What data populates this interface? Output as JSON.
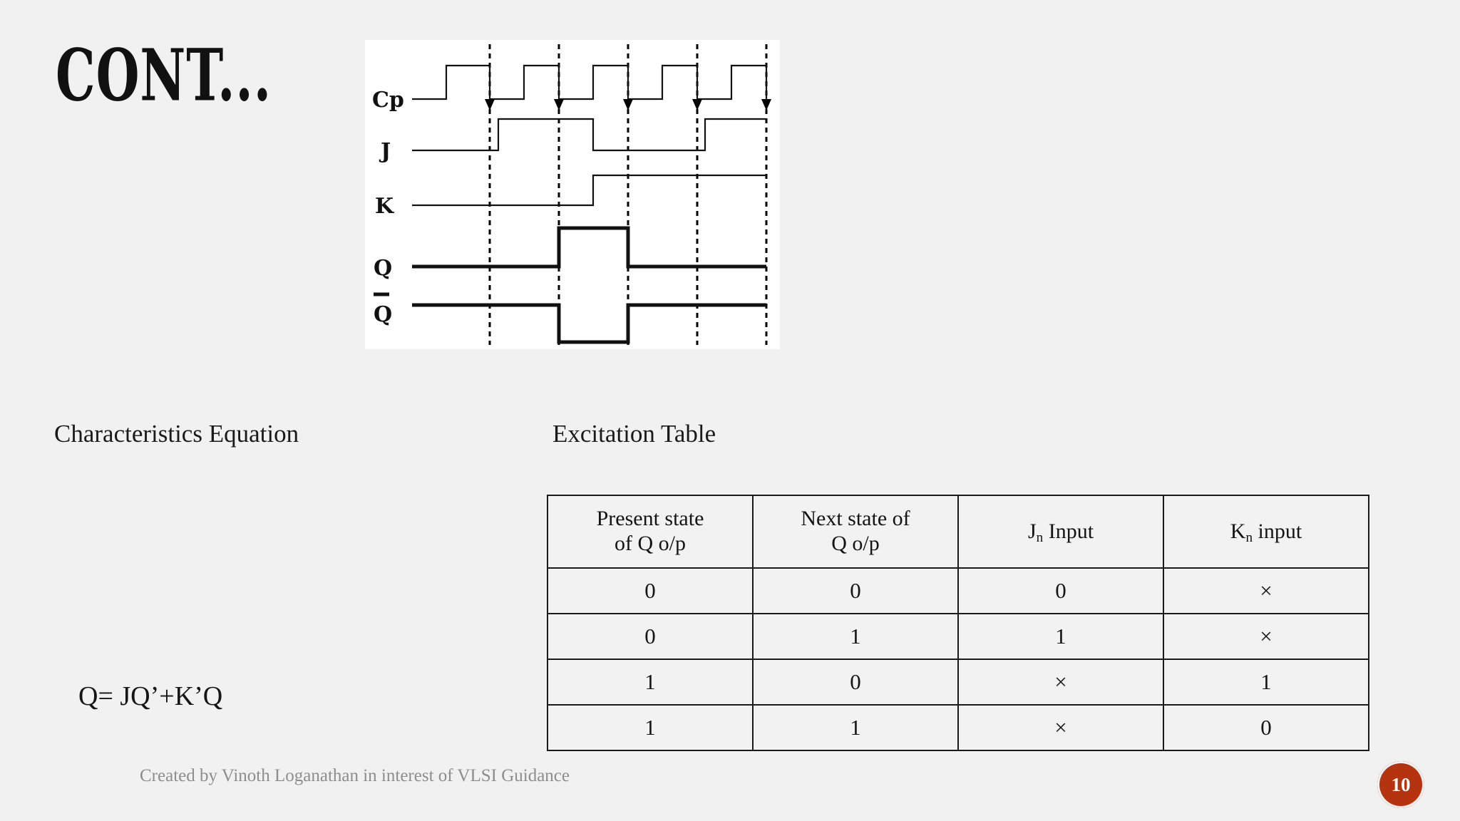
{
  "slide": {
    "title": "CONT...",
    "background_color": "#f1f1f1"
  },
  "waveform": {
    "panel_background": "#ffffff",
    "signal_labels": [
      "Cp",
      "J",
      "K",
      "Q",
      "Q"
    ],
    "qbar_has_overline": true,
    "clock_edge_markers": 5,
    "description": "JK flip-flop timing diagram with Cp clock, J and K inputs and Q / Q-bar outputs"
  },
  "sections": {
    "characteristics_heading": "Characteristics Equation",
    "excitation_heading": "Excitation Table",
    "characteristic_equation": "Q= JQ’+K’Q"
  },
  "excitation_table": {
    "headers": [
      {
        "line1": "Present state",
        "line2": "of Q o/p"
      },
      {
        "line1": "Next state of",
        "line2": "Q o/p"
      },
      {
        "line1": "J",
        "sub": "n",
        "line2": " Input"
      },
      {
        "line1": "K",
        "sub": "n",
        "line2": " input"
      }
    ],
    "header_plain": [
      "Present state of Q o/p",
      "Next state of Q o/p",
      "Jn Input",
      "Kn input"
    ],
    "rows": [
      [
        "0",
        "0",
        "0",
        "×"
      ],
      [
        "0",
        "1",
        "1",
        "×"
      ],
      [
        "1",
        "0",
        "×",
        "1"
      ],
      [
        "1",
        "1",
        "×",
        "0"
      ]
    ]
  },
  "footer": {
    "credit": "Created by Vinoth Loganathan in interest of VLSI Guidance",
    "credit_color": "#8d8d8d"
  },
  "page_badge": {
    "number": "10",
    "fill_color": "#b5330f",
    "text_color": "#ffffff"
  }
}
